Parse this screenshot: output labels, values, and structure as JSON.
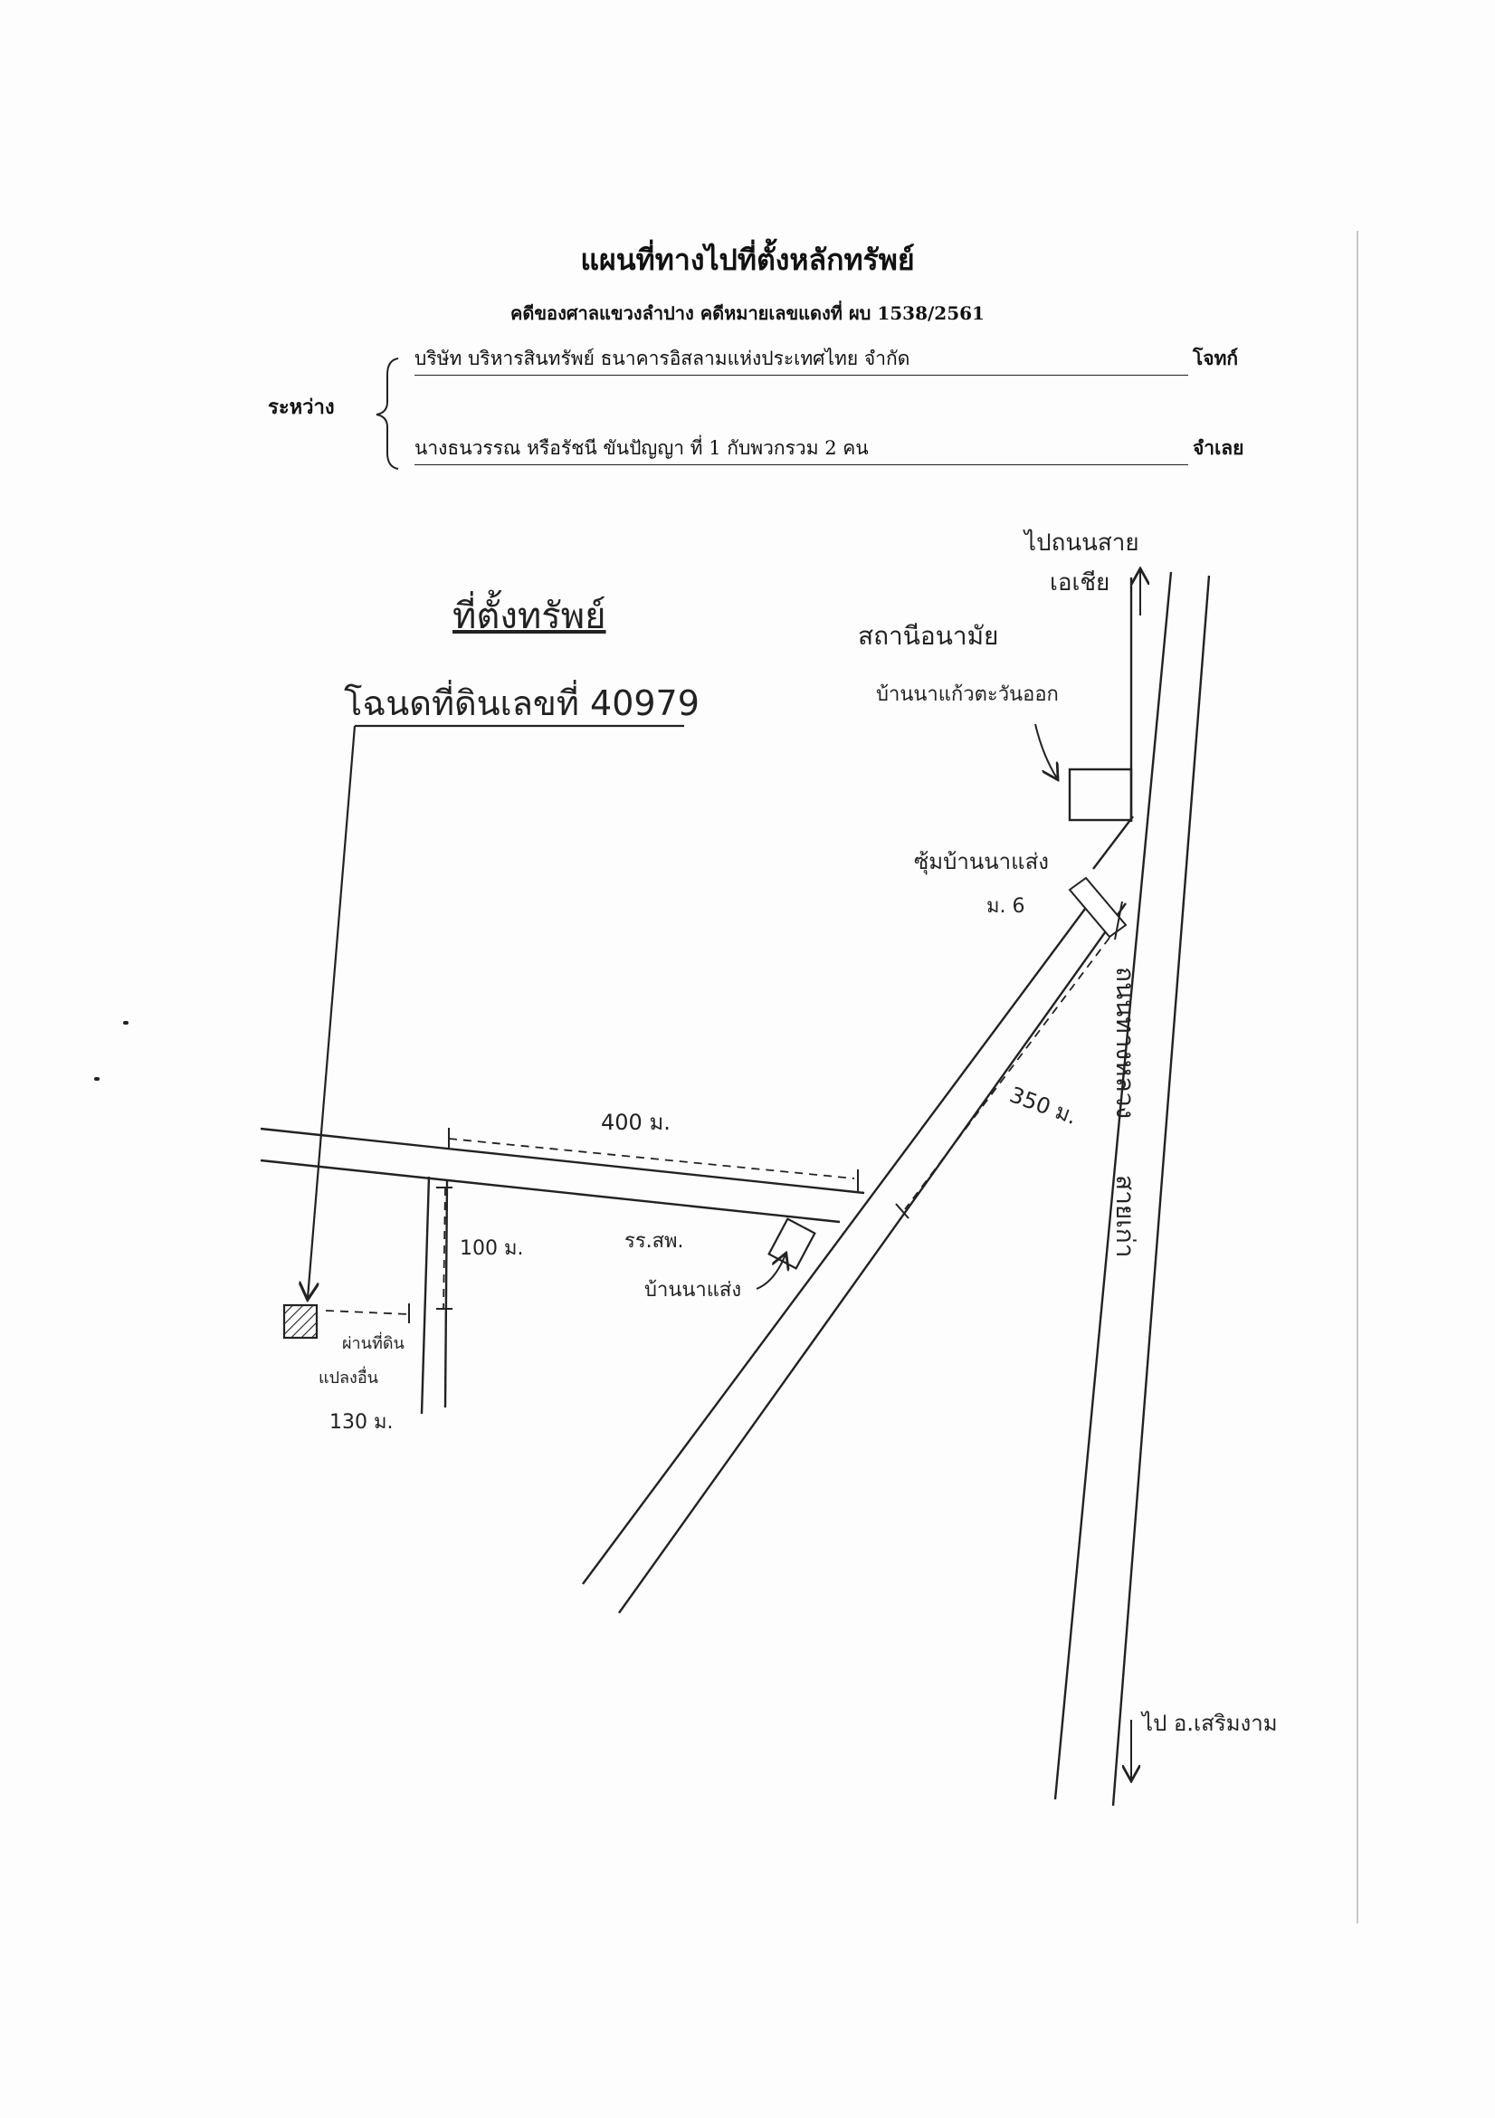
{
  "document": {
    "title": "แผนที่ทางไปที่ตั้งหลักทรัพย์",
    "case_line": "คดีของศาลแขวงลำปาง  คดีหมายเลขแดงที่ ผบ 1538/2561",
    "between_label": "ระหว่าง",
    "plaintiff": {
      "name": "บริษัท บริหารสินทรัพย์ ธนาคารอิสลามแห่งประเทศไทย จำกัด",
      "role": "โจทก์"
    },
    "defendant": {
      "name": "นางธนวรรณ หรือรัชนี ขันปัญญา ที่ 1 กับพวกรวม 2 คน",
      "role": "จำเลย"
    }
  },
  "map": {
    "property_heading": "ที่ตั้งทรัพย์",
    "deed_label": "โฉนดที่ดินเลขที่ 40979",
    "to_nong_sai_line1": "ไปถนนสาย",
    "to_nong_sai_line2": "เอเชีย",
    "health_station_line1": "สถานีอนามัย",
    "health_station_line2": "บ้านนาแก้วตะวันออก",
    "arch_line1": "ซุ้มบ้านนาแส่ง",
    "arch_line2": "ม. 6",
    "highway_label": "ถนนทางหลวง",
    "highway_label2": "สายเก่า",
    "dist_350": "350 ม.",
    "dist_400": "400 ม.",
    "dist_100": "100 ม.",
    "dist_130": "130 ม.",
    "school_line1": "รร.สพ.",
    "school_line2": "บ้านนาแส่ง",
    "parcel_label_line1": "ผ่านที่ดิน",
    "parcel_label_line2": "แปลงอื่น",
    "to_serm_ngam": "ไป อ.เสริมงาม"
  }
}
